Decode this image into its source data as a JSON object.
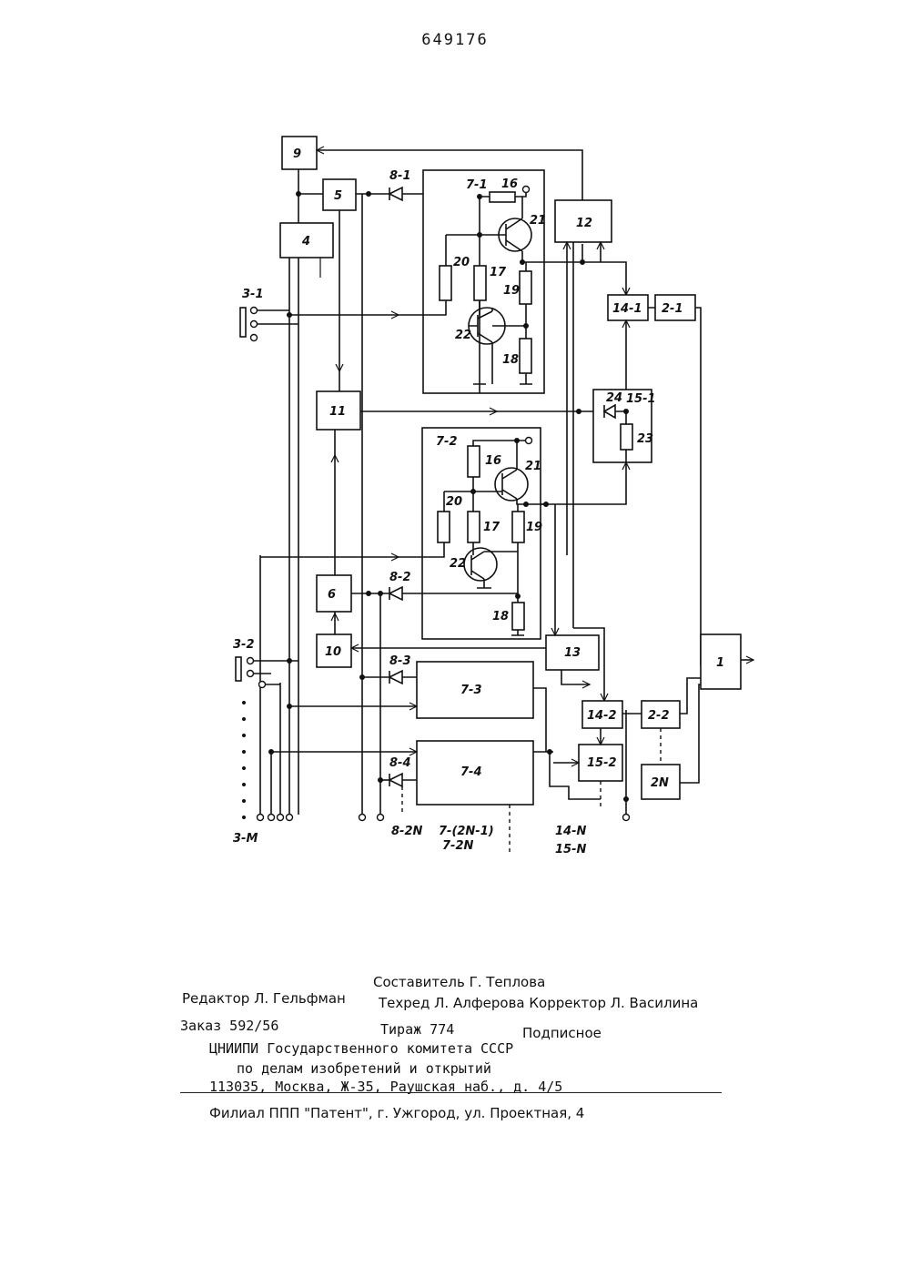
{
  "page_number": "649176",
  "schematic": {
    "blocks": {
      "b1": "1",
      "b21": "2-1",
      "b22": "2-2",
      "b2N": "2N",
      "b4": "4",
      "b5": "5",
      "b6": "6",
      "b9": "9",
      "b10": "10",
      "b11": "11",
      "b12": "12",
      "b13": "13",
      "b14_1": "14-1",
      "b14_2": "14-2",
      "b15_1": "15-1",
      "b15_2": "15-2",
      "b7_1": "7-1",
      "b7_2": "7-2",
      "b7_3": "7-3",
      "b7_4": "7-4"
    },
    "components": {
      "r16": "16",
      "r17": "17",
      "r18": "18",
      "r19": "19",
      "r20": "20",
      "t21": "21",
      "t22": "22",
      "r23": "23",
      "d24": "24"
    },
    "diodes": {
      "d8_1": "8-1",
      "d8_2": "8-2",
      "d8_3": "8-3",
      "d8_4": "8-4"
    },
    "switches": {
      "s3_1": "3-1",
      "s3_2": "3-2",
      "s3_M": "3-M"
    },
    "continuations": {
      "c8_2N": "8-2N",
      "c7_2N1": "7-(2N-1)",
      "c7_2N": "7-2N",
      "c14_N": "14-N",
      "c15_N": "15-N"
    }
  },
  "imprint": {
    "compiler": "Составитель Г. Теплова",
    "editor": "Редактор Л. Гельфман",
    "techred": "Техред Л. Алферова Корректор Л. Василина",
    "order": "Заказ 592/56",
    "circulation": "Тираж 774",
    "subscription": "Подписное",
    "org1": "ЦНИИПИ Государственного комитета СССР",
    "org2": "по делам изобретений и открытий",
    "address": "113035, Москва, Ж-35, Раушская наб., д. 4/5",
    "branch": "Филиал ППП \"Патент\", г. Ужгород, ул. Проектная, 4"
  }
}
